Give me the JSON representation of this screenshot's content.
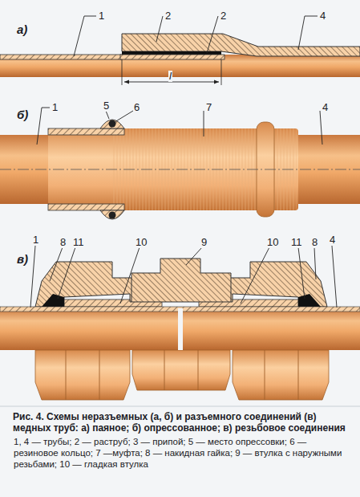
{
  "diagram": {
    "caption": "Рис. 4. Схемы неразъемных (а, б) и разъемного соединений (в) медных труб: а) паяное; б) опрессованное; в) резьбовое соединения",
    "labels": [
      "а)",
      "1",
      "2",
      "2",
      "4",
      "l",
      "б)",
      "1",
      "5",
      "6",
      "7",
      "4",
      "в)",
      "1",
      "8",
      "11",
      "10",
      "9",
      "10",
      "11",
      "8",
      "4",
      "1, 4 — трубы; 2 — раструб; 3 — припой; 5 — место опрессовки; 6 — резиновое кольцо; 7 —муфта; 8 — накидная гайка; 9 — втулка с наружными резьбами; 10 — гладкая втулка"
    ]
  }
}
